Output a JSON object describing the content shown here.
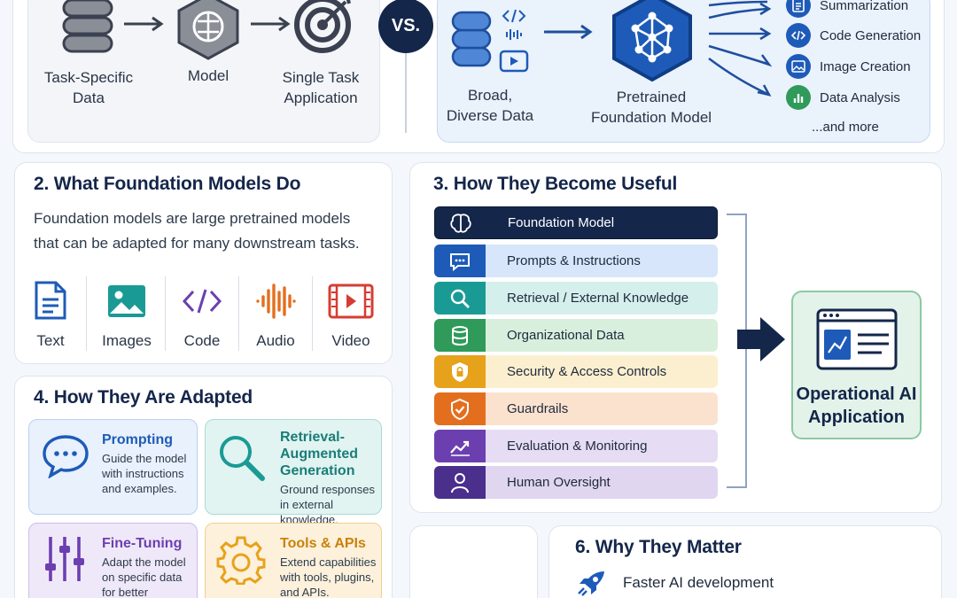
{
  "comparison": {
    "traditional": {
      "data_label": "Task-Specific Data",
      "model_label": "Model",
      "app_label": "Single Task Application"
    },
    "vs_label": "VS.",
    "foundation": {
      "data_label": "Broad, Diverse Data",
      "model_label": "Pretrained Foundation Model",
      "outputs": [
        "Summarization",
        "Code Generation",
        "Image Creation",
        "Data Analysis"
      ],
      "more_label": "...and more"
    }
  },
  "section2": {
    "title": "2. What Foundation Models Do",
    "description": "Foundation models are large pretrained models that can be adapted for many downstream tasks.",
    "modalities": [
      "Text",
      "Images",
      "Code",
      "Audio",
      "Video"
    ]
  },
  "section3": {
    "title": "3. How They Become Useful",
    "layers": [
      {
        "label": "Foundation Model",
        "icon": "brain-icon"
      },
      {
        "label": "Prompts & Instructions",
        "icon": "chat-icon"
      },
      {
        "label": "Retrieval / External Knowledge",
        "icon": "search-icon"
      },
      {
        "label": "Organizational Data",
        "icon": "database-icon"
      },
      {
        "label": "Security & Access Controls",
        "icon": "shield-lock-icon"
      },
      {
        "label": "Guardrails",
        "icon": "shield-check-icon"
      },
      {
        "label": "Evaluation & Monitoring",
        "icon": "chart-icon"
      },
      {
        "label": "Human Oversight",
        "icon": "person-icon"
      }
    ],
    "result_label": "Operational AI Application"
  },
  "section4": {
    "title": "4. How They Are Adapted",
    "methods": [
      {
        "title": "Prompting",
        "desc": "Guide the model with instructions and examples."
      },
      {
        "title": "Retrieval-Augmented Generation",
        "desc": "Ground responses in external knowledge."
      },
      {
        "title": "Fine-Tuning",
        "desc": "Adapt the model on specific data for better performance."
      },
      {
        "title": "Tools & APIs",
        "desc": "Extend capabilities with tools, plugins, and APIs."
      }
    ]
  },
  "section6": {
    "title": "6. Why They Matter",
    "points": [
      "Faster AI development"
    ]
  },
  "colors": {
    "navy": "#14264a",
    "blue": "#1e5bb8",
    "teal": "#1a9a94",
    "green": "#2f9a5a",
    "amber": "#e7a21b",
    "orange": "#e36f1e",
    "purple": "#6c3fb0"
  }
}
